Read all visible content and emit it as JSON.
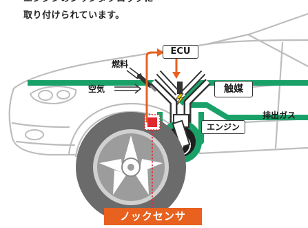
{
  "caption": {
    "line1": "エンジンのシリンダブロックに",
    "line2": "取り付けられています。"
  },
  "labels": {
    "ecu": "ECU",
    "fuel": "燃料",
    "air": "空気",
    "catalyst": "触媒",
    "exhaust_gas": "排出ガス",
    "engine": "エンジン",
    "knock_sensor": "ノックセンサ"
  },
  "colors": {
    "pipe_green": "#1aa169",
    "sensor_orange": "#e8611f",
    "car_outline": "#bdbdbd",
    "tire": "#6b6b6b",
    "sensor_red": "#e0282f",
    "dotted_line": "#e0282f"
  },
  "icons": [
    "spark-icon",
    "injector-icon",
    "piston-crankshaft-icon",
    "knock-sensor-icon",
    "arrow-icon"
  ]
}
